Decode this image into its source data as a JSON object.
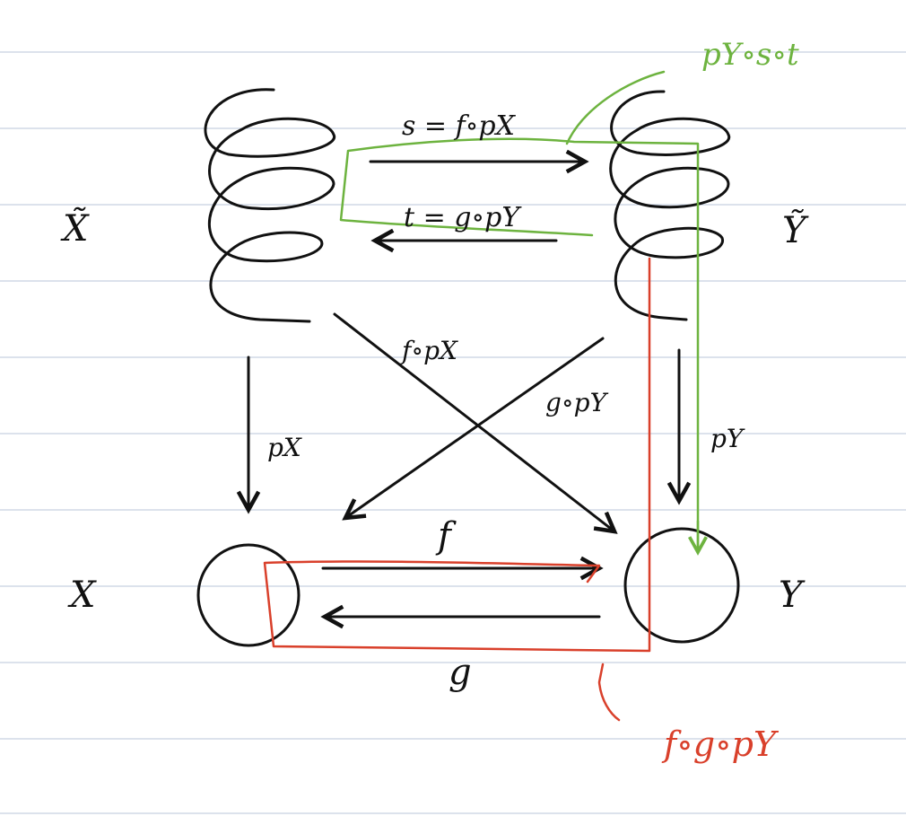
{
  "labels": {
    "x_tilde": "X̃",
    "y_tilde": "Ỹ",
    "x": "X",
    "y": "Y",
    "s_lift": "s = f∘pX",
    "t_lift": "t = g∘pY",
    "p_x": "pX",
    "p_y": "pY",
    "f_px": "f∘pX",
    "g_py": "g∘pY",
    "f": "f",
    "g": "g",
    "green_path": "pY∘s∘t",
    "red_path": "f∘g∘pY"
  },
  "colors": {
    "ink": "#111111",
    "green": "#6db33f",
    "red": "#d9402b",
    "ruled_line": "#b9c6d8"
  }
}
